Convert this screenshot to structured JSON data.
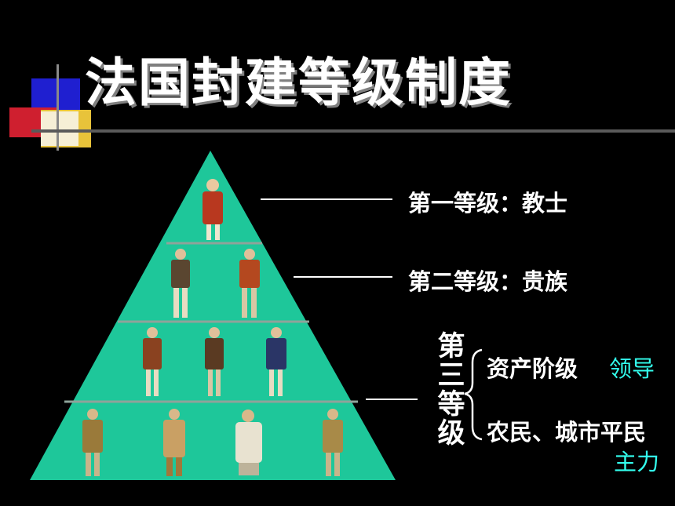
{
  "title": "法国封建等级制度",
  "levels": {
    "first": "第一等级：教士",
    "second": "第二等级：贵族",
    "third_chars": [
      "第",
      "三",
      "等",
      "级"
    ],
    "bourgeoisie": "资产阶级",
    "bourgeoisie_role": "领导",
    "peasants": "农民、城市平民",
    "peasants_role": "主力"
  },
  "colors": {
    "pyramid_fill": "#1ec79a",
    "role_text": "#33ffee",
    "background": "#000000"
  }
}
